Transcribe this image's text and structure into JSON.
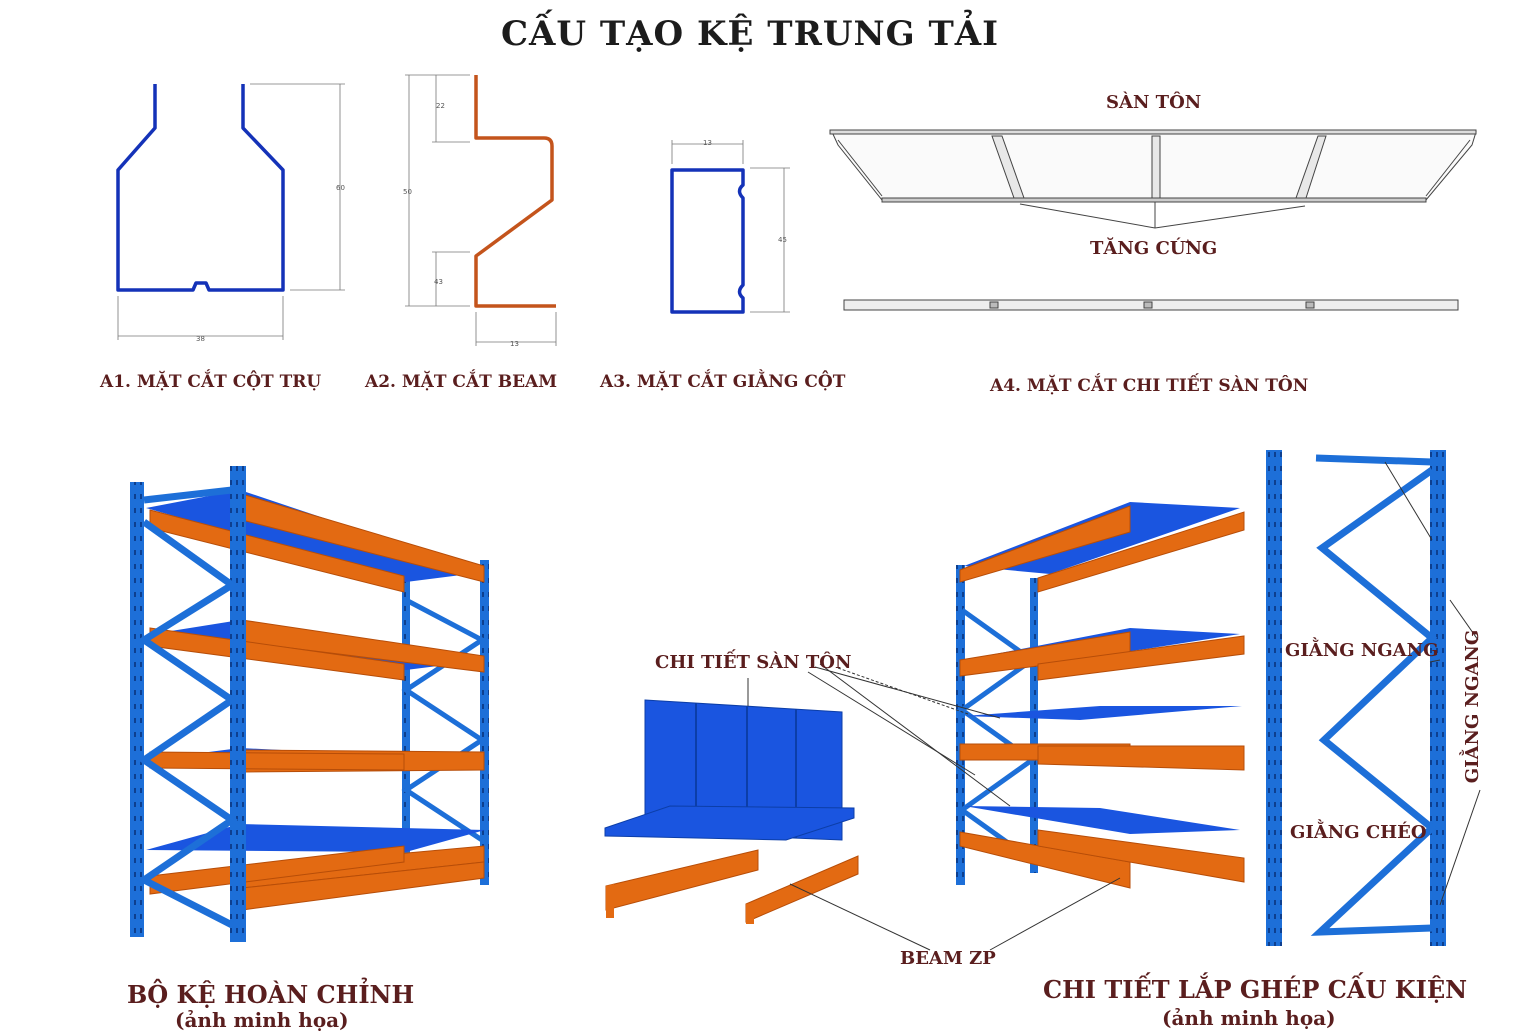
{
  "title": "CẤU TẠO KỆ TRUNG TẢI",
  "sections": {
    "a1": "A1. MẶT CẮT CỘT TRỤ",
    "a2": "A2. MẶT CẮT BEAM",
    "a3": "A3. MẶT CẮT GIẰNG CỘT",
    "a4": "A4. MẶT CẮT CHI TIẾT SÀN TÔN"
  },
  "dimensions": {
    "a1_height": "60",
    "a1_width": "38",
    "a2_top": "22",
    "a2_height": "50",
    "a2_bottom": "43",
    "a2_width": "13",
    "a3_width": "13",
    "a3_height": "45"
  },
  "labels": {
    "san_ton": "SÀN TÔN",
    "tang_cung": "TĂNG CỨNG",
    "chi_tiet_san_ton": "CHI TIẾT SÀN TÔN",
    "beam_zp": "BEAM ZP",
    "giang_ngang_1": "GIẰNG NGANG",
    "giang_ngang_2": "GIẰNG NGANG",
    "giang_cheo": "GIẰNG CHÉO"
  },
  "captions": {
    "complete": "BỘ KỆ HOÀN CHỈNH",
    "complete_sub": "(ảnh minh họa)",
    "assembly": "CHI TIẾT LẮP GHÉP CẤU KIỆN",
    "assembly_sub": "(ảnh minh họa)"
  },
  "colors": {
    "column_blue": "#1d6fd8",
    "deck_blue": "#1a55e0",
    "beam_orange": "#e36a12",
    "profile_blue": "#1432b8",
    "profile_orange": "#c4541c",
    "text": "#5a1e1e"
  }
}
